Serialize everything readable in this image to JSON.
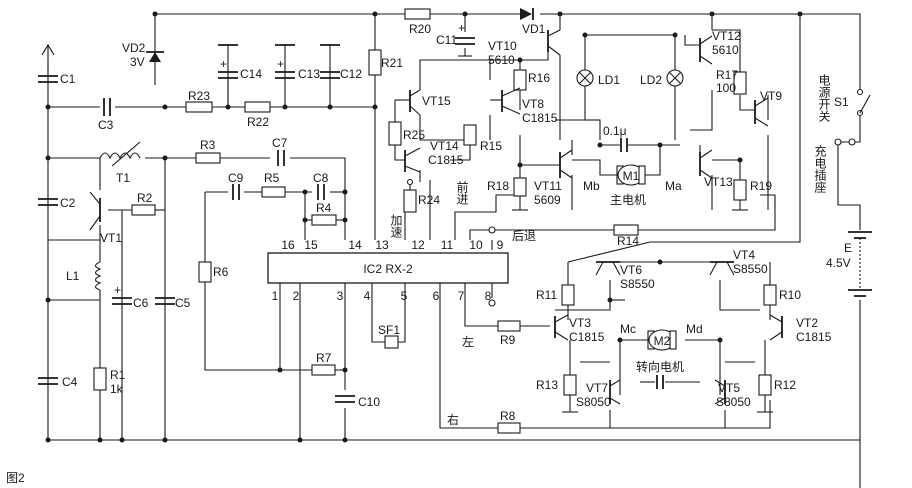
{
  "figure_label": "图2",
  "antenna": {
    "label": ""
  },
  "ic": {
    "name": "IC2 RX-2",
    "top_pins": [
      "16",
      "15",
      "14",
      "13",
      "12",
      "11",
      "10",
      "9"
    ],
    "bottom_pins": [
      "1",
      "2",
      "3",
      "4",
      "5",
      "6",
      "7",
      "8"
    ]
  },
  "resistors": {
    "R1": "R1",
    "R1_value": "1k",
    "R2": "R2",
    "R3": "R3",
    "R4": "R4",
    "R5": "R5",
    "R6": "R6",
    "R7": "R7",
    "R8": "R8",
    "R9": "R9",
    "R10": "R10",
    "R11": "R11",
    "R12": "R12",
    "R13": "R13",
    "R14": "R14",
    "R15": "R15",
    "R16": "R16",
    "R17": "R17",
    "R17_value": "100",
    "R18": "R18",
    "R19": "R19",
    "R20": "R20",
    "R21": "R21",
    "R22": "R22",
    "R23": "R23",
    "R24": "R24",
    "R25": "R25"
  },
  "capacitors": {
    "C1": "C1",
    "C2": "C2",
    "C3": "C3",
    "C4": "C4",
    "C5": "C5",
    "C6": "C6",
    "C7": "C7",
    "C8": "C8",
    "C9": "C9",
    "C10": "C10",
    "C11": "C11",
    "C11_pol": "+",
    "C12": "C12",
    "C13": "C13",
    "C14": "C14",
    "motor_cap": "0.1μ"
  },
  "transistors": {
    "VT1": "VT1",
    "VT2": "VT2",
    "VT2_type": "C1815",
    "VT3": "VT3",
    "VT3_type": "C1815",
    "VT4": "VT4",
    "VT4_type": "S8550",
    "VT5": "VT5",
    "VT5_type": "S8050",
    "VT6": "VT6",
    "VT6_type": "S8550",
    "VT7": "VT7",
    "VT7_type": "S8050",
    "VT8": "VT8",
    "VT8_type": "C1815",
    "VT9": "VT9",
    "VT10": "VT10",
    "VT10_type": "5610",
    "VT11": "VT11",
    "VT11_type": "5609",
    "VT12": "VT12",
    "VT12_type": "5610",
    "VT13": "VT13",
    "VT14": "VT14",
    "VT14_type": "C1815",
    "VT15": "VT15"
  },
  "diodes": {
    "VD1": "VD1",
    "VD2": "VD2",
    "VD2_value": "3V",
    "LD1": "LD1",
    "LD2": "LD2"
  },
  "coils": {
    "T1": "T1",
    "L1": "L1"
  },
  "misc": {
    "SF1": "SF1",
    "E": "E",
    "E_value": "4.5V",
    "S1": "S1"
  },
  "motors": {
    "M1": "M1",
    "M1_label": "主电机",
    "Ma": "Ma",
    "Mb": "Mb",
    "M2": "M2",
    "M2_label": "转向电机",
    "Mc": "Mc",
    "Md": "Md"
  },
  "signals": {
    "forward": "前进",
    "accelerate": "加速",
    "backward": "后退",
    "left": "左",
    "right": "右",
    "power_switch": "电源开关",
    "charge_socket": "充电插座"
  }
}
